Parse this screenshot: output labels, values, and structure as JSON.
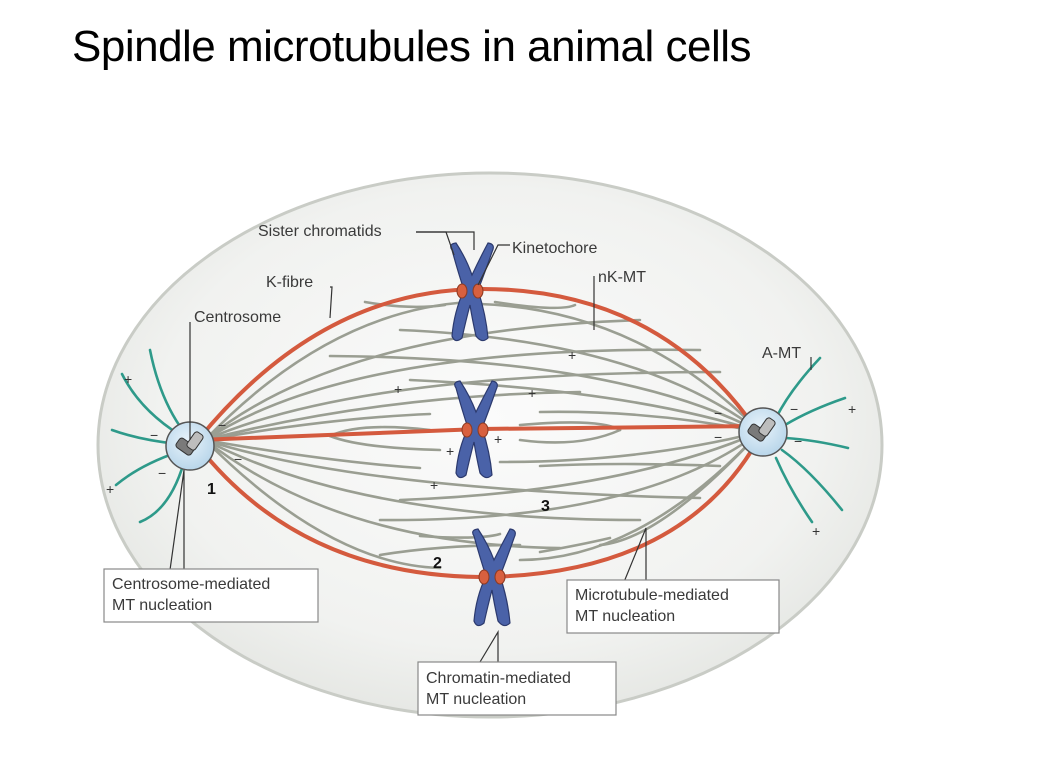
{
  "slide": {
    "title": "Spindle microtubules in animal cells"
  },
  "diagram": {
    "labels": {
      "sister_chromatids": "Sister chromatids",
      "kinetochore": "Kinetochore",
      "k_fibre": "K-fibre",
      "nk_mt": "nK-MT",
      "centrosome": "Centrosome",
      "a_mt": "A-MT"
    },
    "callouts": {
      "centrosome_mediated": [
        "Centrosome-mediated",
        "MT nucleation"
      ],
      "chromatin_mediated": [
        "Chromatin-mediated",
        "MT nucleation"
      ],
      "microtubule_mediated": [
        "Microtubule-mediated",
        "MT nucleation"
      ]
    },
    "numbers": [
      "1",
      "2",
      "3"
    ],
    "signs": {
      "plus": "+",
      "minus": "−"
    },
    "colors": {
      "cell": "#ecedeb",
      "k_fibre": "#d45a3e",
      "microtubule": "#9a9e92",
      "astral_mt": "#2e9a8a",
      "chromosome": "#4a62a8",
      "kinetochore": "#d8603f",
      "centrosome": "#cfe3f1"
    }
  }
}
